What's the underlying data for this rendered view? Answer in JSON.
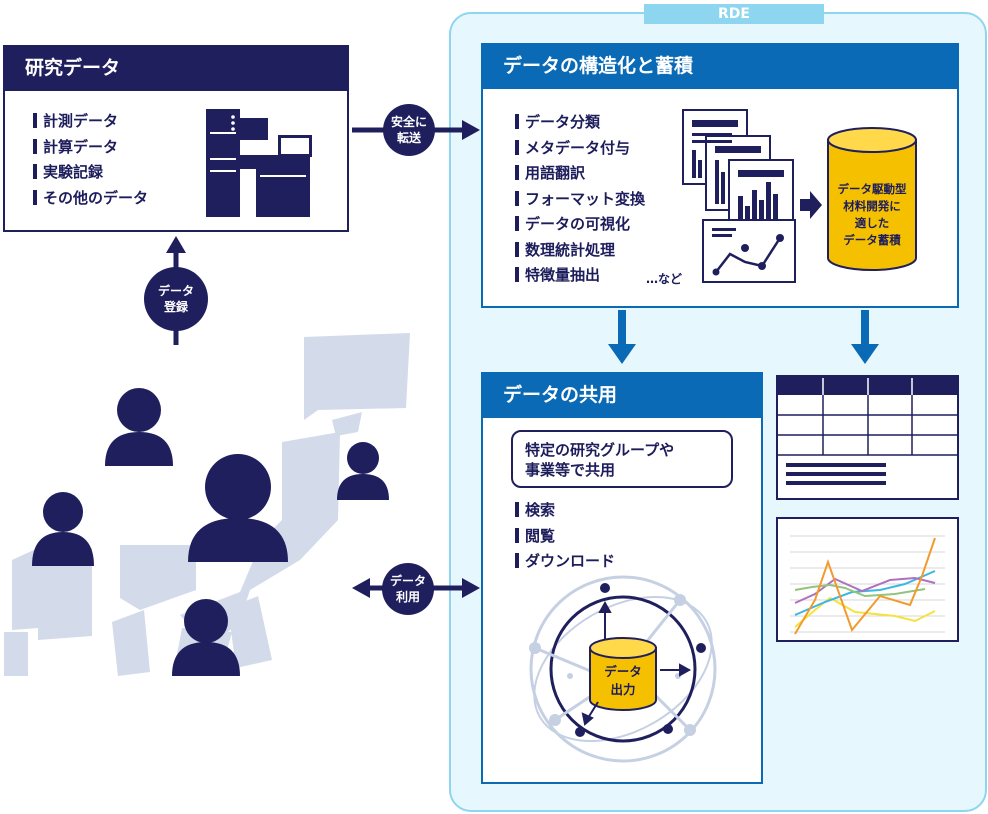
{
  "research": {
    "title": "研究データ",
    "items": [
      "計測データ",
      "計算データ",
      "実験記録",
      "その他のデータ"
    ]
  },
  "badges": {
    "transfer": [
      "安全に",
      "転送"
    ],
    "register": [
      "データ",
      "登録"
    ],
    "use": [
      "データ",
      "利用"
    ]
  },
  "rde": {
    "tag": "RDE",
    "structuring": {
      "title": "データの構造化と蓄積",
      "items": [
        "データ分類",
        "メタデータ付与",
        "用語翻訳",
        "フォーマット変換",
        "データの可視化",
        "数理統計処理",
        "特徴量抽出"
      ],
      "etc": "…など"
    },
    "database": [
      "データ駆動型",
      "材料開発に",
      "適した",
      "データ蓄積"
    ],
    "sharing": {
      "title": "データの共用",
      "note": [
        "特定の研究グループや",
        "事業等で共用"
      ],
      "items": [
        "検索",
        "閲覧",
        "ダウンロード"
      ],
      "output": [
        "データ",
        "出力"
      ]
    }
  },
  "colors": {
    "navy": "#1f1f5e",
    "blue": "#0a6ab5",
    "light_panel": "#e6f8fd",
    "panel_border": "#8ed6ef",
    "map": "#d3daea",
    "gold": "#f5c000"
  }
}
